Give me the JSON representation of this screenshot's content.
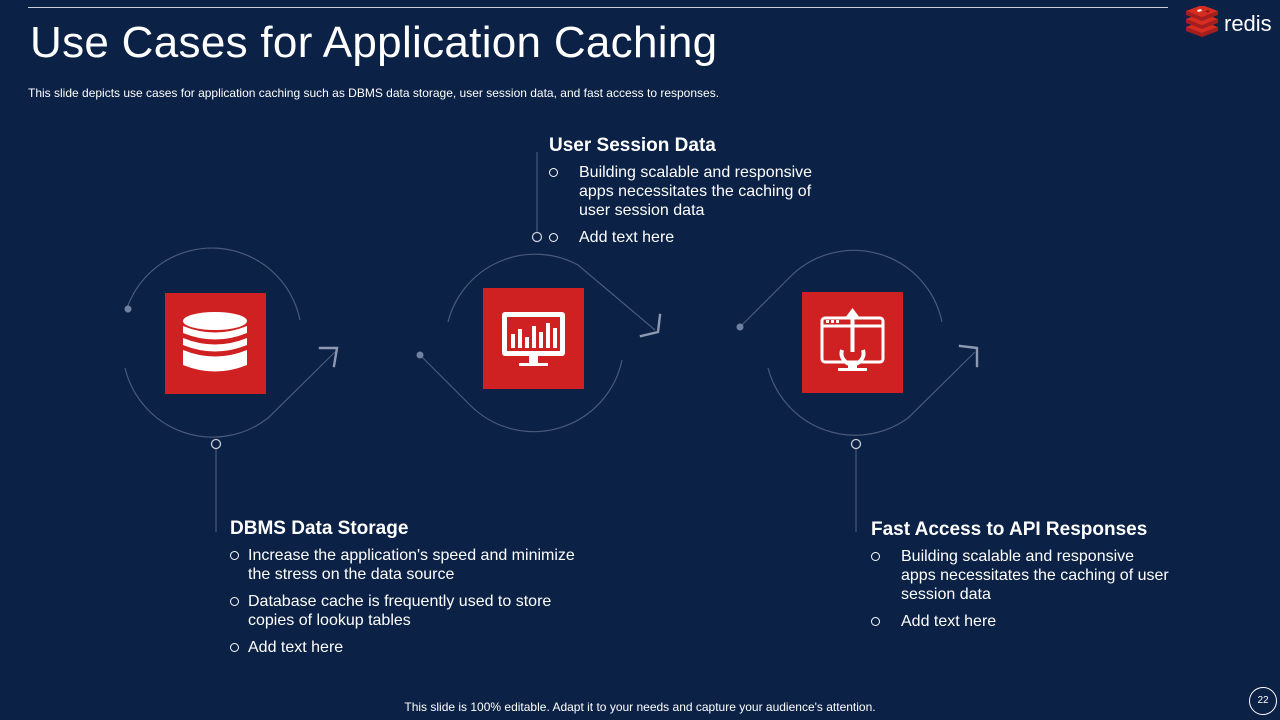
{
  "slide": {
    "title": "Use Cases for Application Caching",
    "subtitle": "This slide depicts use cases for application caching such as DBMS data storage, user session data, and fast access to responses.",
    "footer": "This slide is 100% editable. Adapt it to your needs and capture your audience's attention.",
    "page_number": "22"
  },
  "brand": {
    "name": "redis",
    "icon": "redis-cube-logo"
  },
  "colors": {
    "background": "#0b2145",
    "accent": "#cf2122",
    "line": "#4a5a7a"
  },
  "use_cases": [
    {
      "title": "DBMS Data Storage",
      "icon": "database-icon",
      "bullets": [
        "Increase the application's speed and minimize the stress on the data source",
        "Database cache is frequently used to store copies of lookup tables",
        "Add text here"
      ]
    },
    {
      "title": "User Session Data",
      "icon": "monitor-chart-icon",
      "bullets": [
        "Building scalable and responsive apps necessitates the caching of user session data",
        "Add text here"
      ]
    },
    {
      "title": "Fast Access to API Responses",
      "icon": "api-upload-monitor-icon",
      "bullets": [
        "Building scalable and responsive apps necessitates the caching of user session data",
        "Add text here"
      ]
    }
  ]
}
